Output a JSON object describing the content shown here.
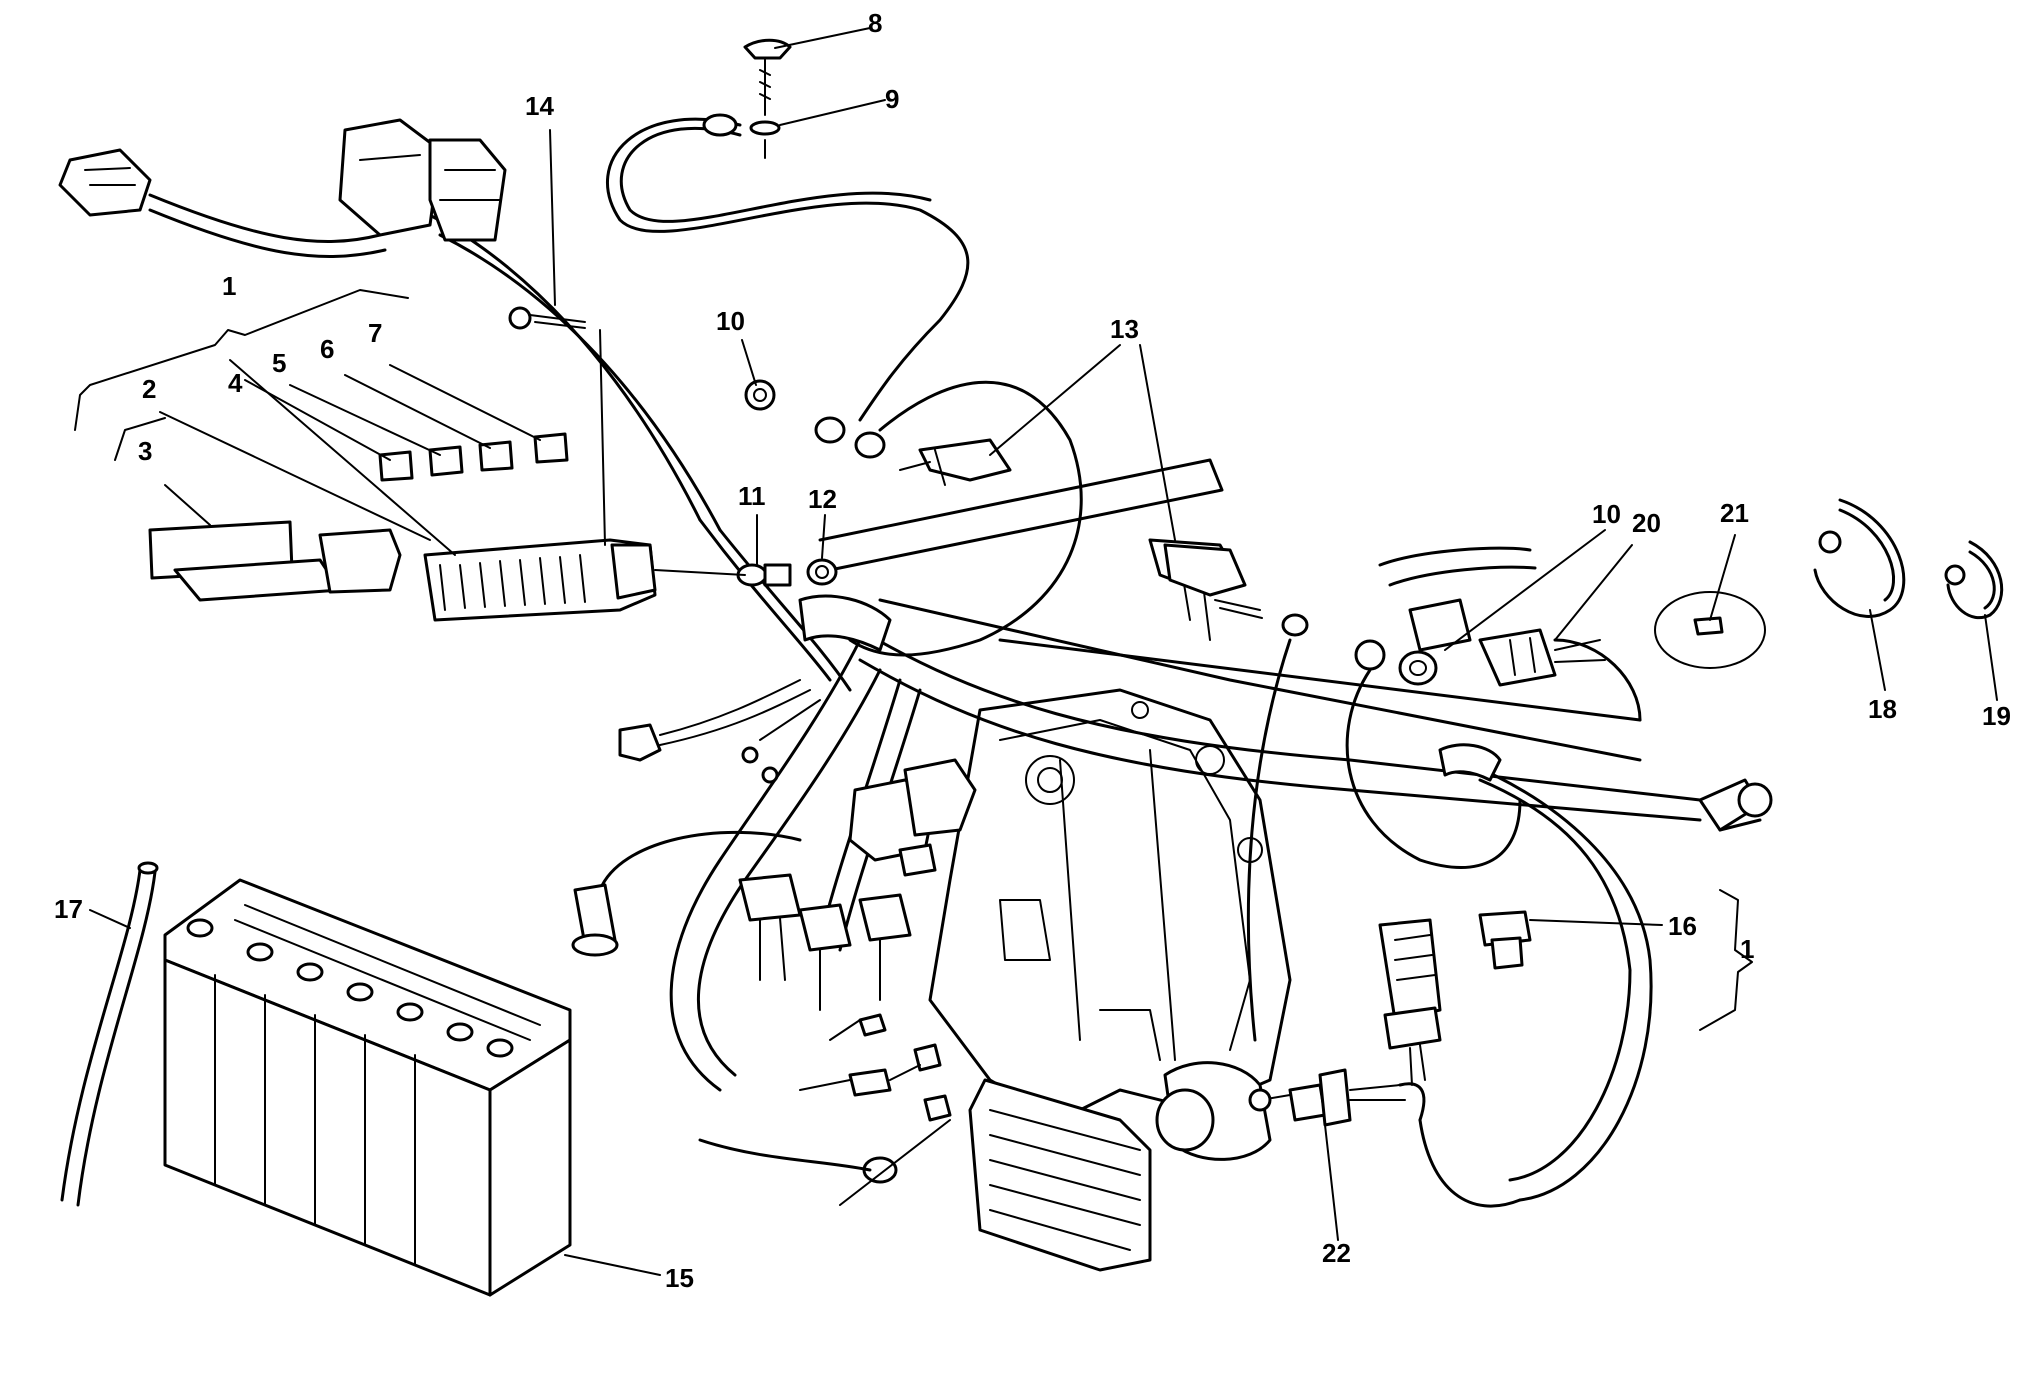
{
  "callouts": {
    "c1a": "1",
    "c1b": "1",
    "c2": "2",
    "c3": "3",
    "c4": "4",
    "c5": "5",
    "c6": "6",
    "c7": "7",
    "c8": "8",
    "c9": "9",
    "c10a": "10",
    "c10b": "10",
    "c11": "11",
    "c12": "12",
    "c13": "13",
    "c14": "14",
    "c15": "15",
    "c16": "16",
    "c17": "17",
    "c18": "18",
    "c19": "19",
    "c20": "20",
    "c21": "21",
    "c22": "22"
  }
}
